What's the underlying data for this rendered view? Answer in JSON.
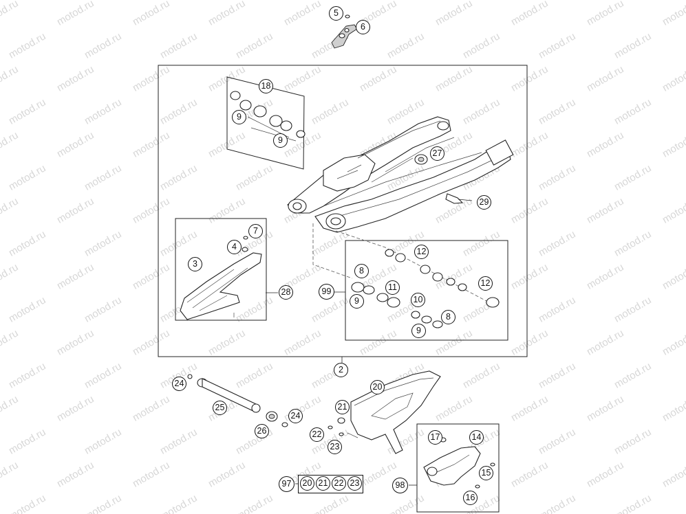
{
  "watermark": "motod.ru",
  "callouts": {
    "c5": "5",
    "c6": "6",
    "c18": "18",
    "c9a": "9",
    "c9b": "9",
    "c27": "27",
    "c29": "29",
    "c7": "7",
    "c4": "4",
    "c3": "3",
    "c28": "28",
    "c12a": "12",
    "c12b": "12",
    "c8a": "8",
    "c99": "99",
    "c11": "11",
    "c9c": "9",
    "c10": "10",
    "c8b": "8",
    "c9d": "9",
    "c2": "2",
    "c20": "20",
    "c24a": "24",
    "c25": "25",
    "c21": "21",
    "c24b": "24",
    "c26": "26",
    "c22": "22",
    "c23": "23",
    "c17": "17",
    "c14": "14",
    "c15": "15",
    "c97": "97",
    "c98": "98",
    "c16": "16"
  },
  "kit97": [
    "20",
    "21",
    "22",
    "23"
  ]
}
